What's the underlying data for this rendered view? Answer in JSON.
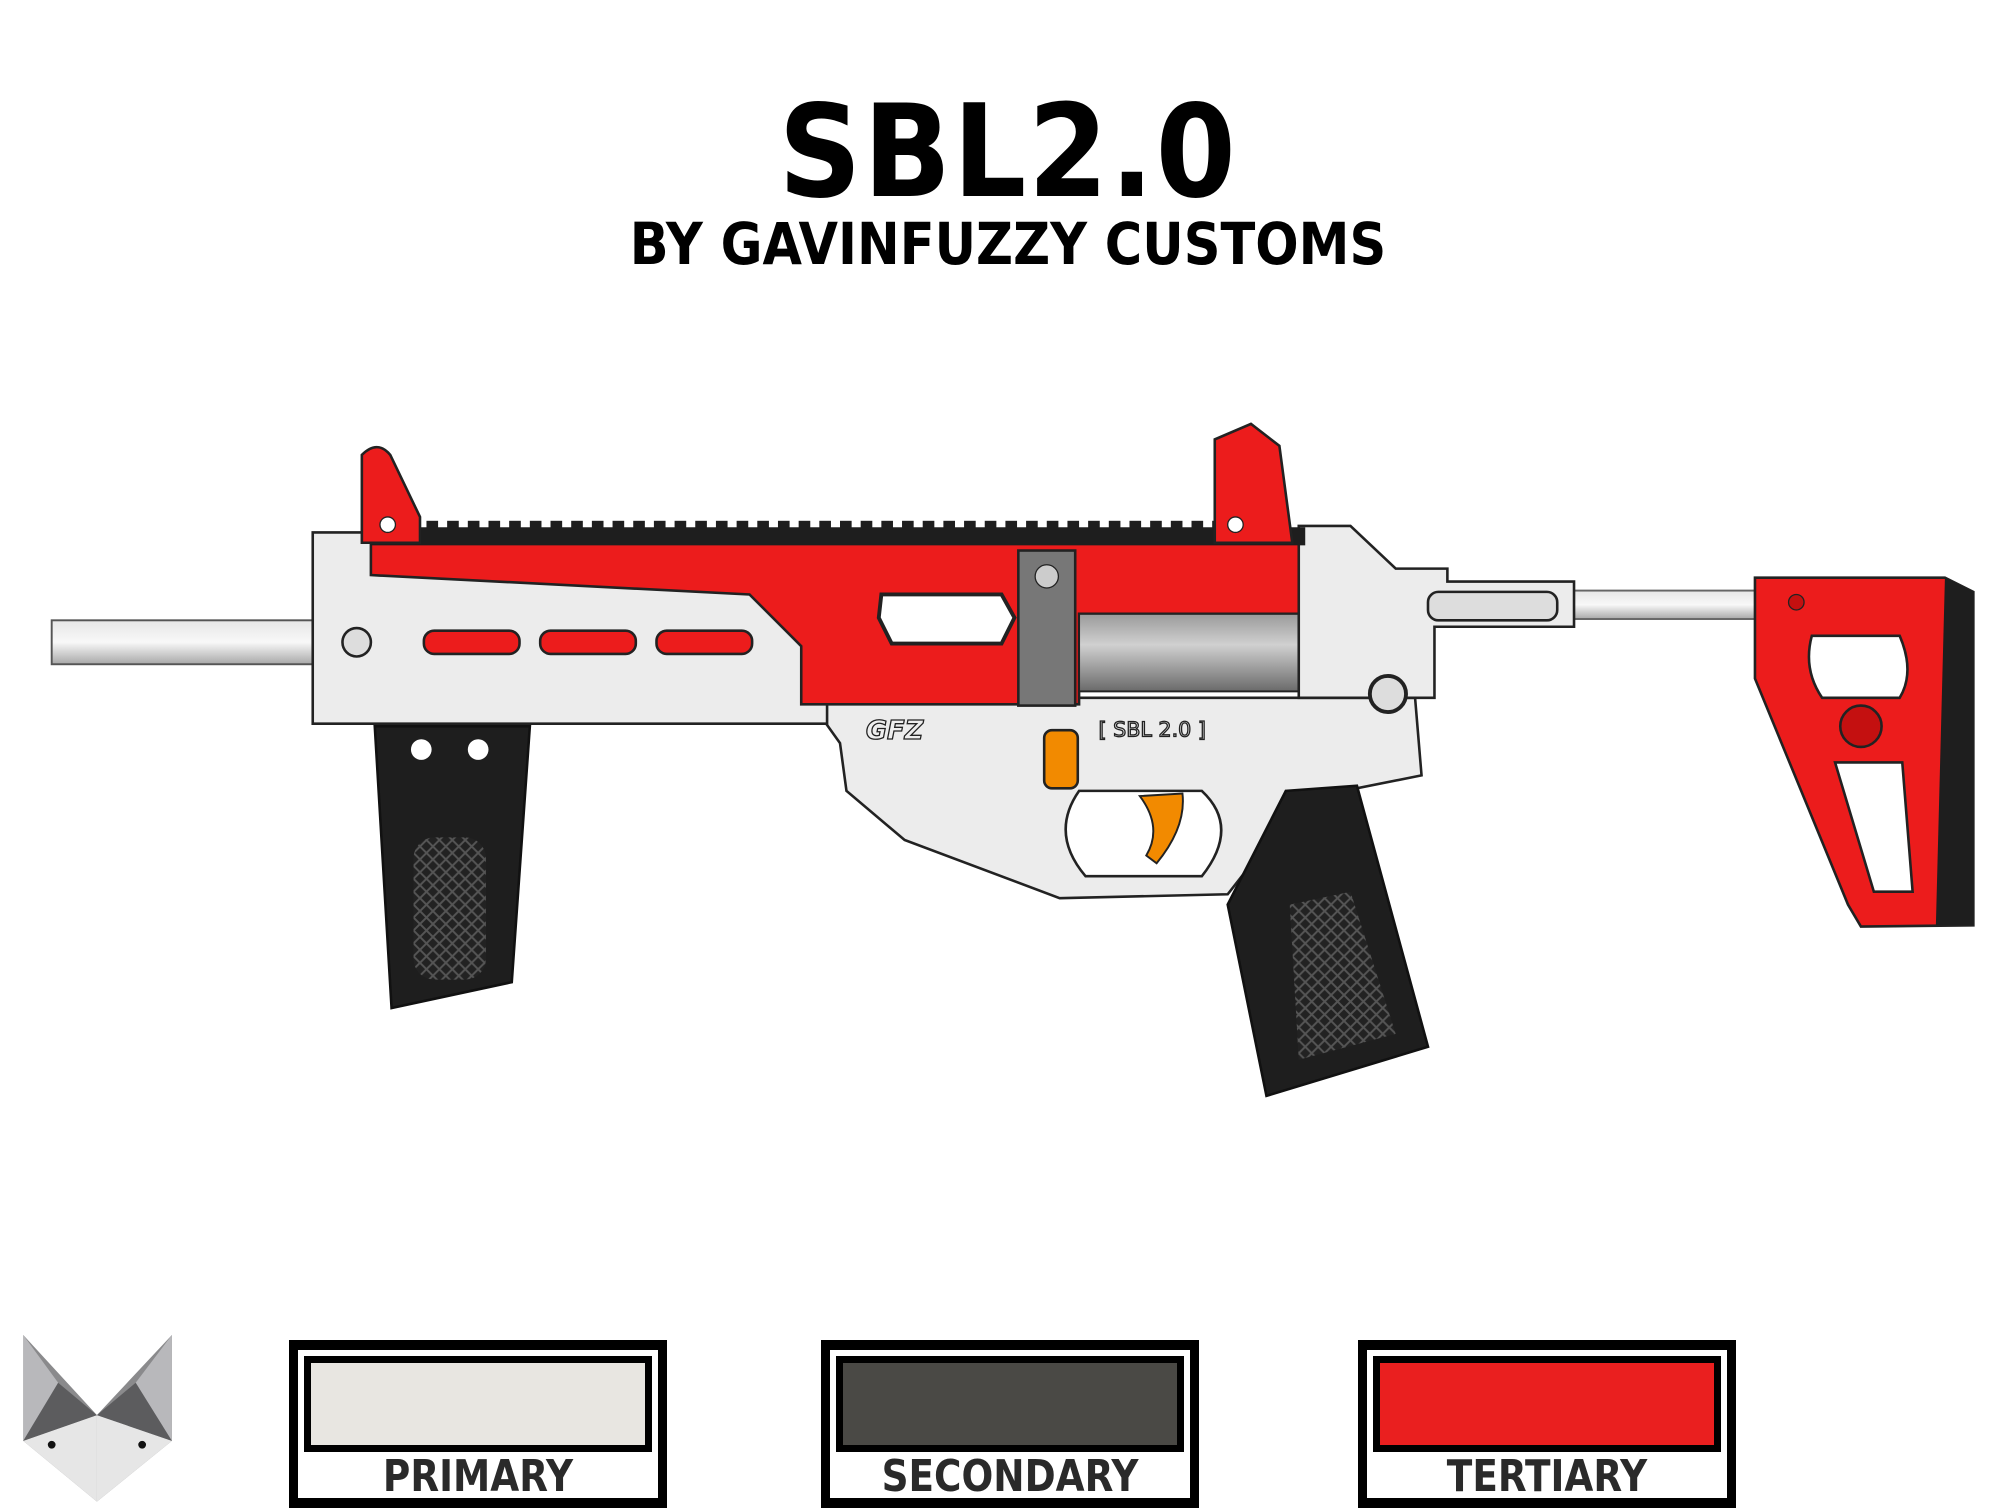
{
  "header": {
    "title": "SBL2.0",
    "subtitle": "BY GAVINFUZZY CUSTOMS"
  },
  "engravings": {
    "brand_mark": "GFZ",
    "model_mark": "[ SBL 2.0 ]"
  },
  "palette": [
    {
      "label": "PRIMARY",
      "color": "#e8e6e1"
    },
    {
      "label": "SECONDARY",
      "color": "#4a4945"
    },
    {
      "label": "TERTIARY",
      "color": "#ea1f1f"
    }
  ],
  "colors": {
    "accent_red": "#ec1c1c",
    "grip_black": "#1e1e1e",
    "trigger_orange": "#f28a00",
    "metal_gray": "#bdbdbd"
  },
  "logo": {
    "icon": "fox-head-icon"
  }
}
